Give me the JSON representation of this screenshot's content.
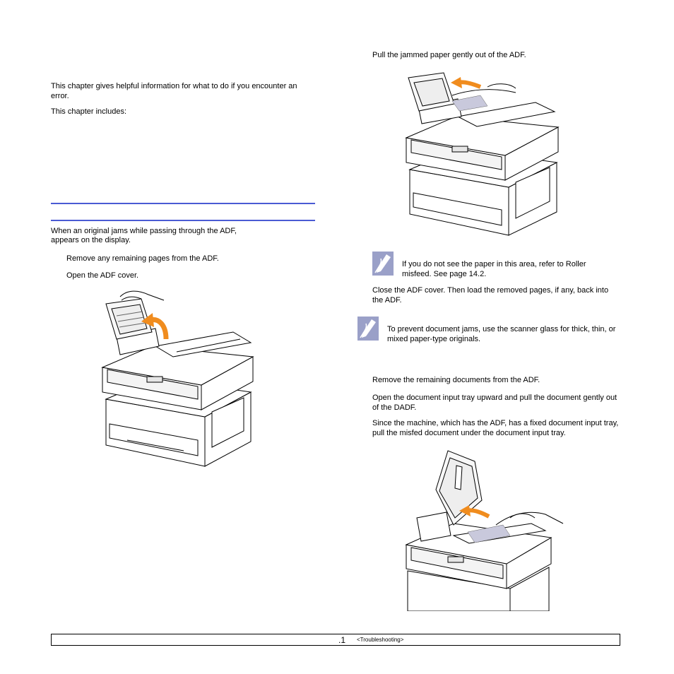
{
  "left": {
    "intro": "This chapter gives helpful information for what to do if you encounter an error.",
    "includes": "This chapter includes:",
    "jam_intro_1": "When an original jams while passing through the ADF,",
    "jam_intro_2": "appears on the display.",
    "step1": "Remove any remaining pages from the ADF.",
    "step2": "Open the ADF cover."
  },
  "right": {
    "step3": "Pull the jammed paper gently out of the ADF.",
    "note1": "If you do not see the paper in this area, refer to Roller misfeed. See page 14.2.",
    "step4": "Close the ADF cover. Then load the removed pages, if any, back into the ADF.",
    "note2": "To prevent document jams, use the scanner glass for thick, thin, or mixed paper-type originals.",
    "step5": "Remove the remaining documents from the ADF.",
    "step6": "Open the document input tray upward and pull the document gently out of the DADF.",
    "step7": "Since the machine, which has the ADF, has a fixed document input tray, pull the misfed document under the document input tray."
  },
  "footer": {
    "page_number": ".1",
    "section": "<Troubleshooting>"
  },
  "colors": {
    "rule": "#4a5bd4",
    "arrow": "#f08c1e",
    "note_icon": "#9aa0c8"
  }
}
